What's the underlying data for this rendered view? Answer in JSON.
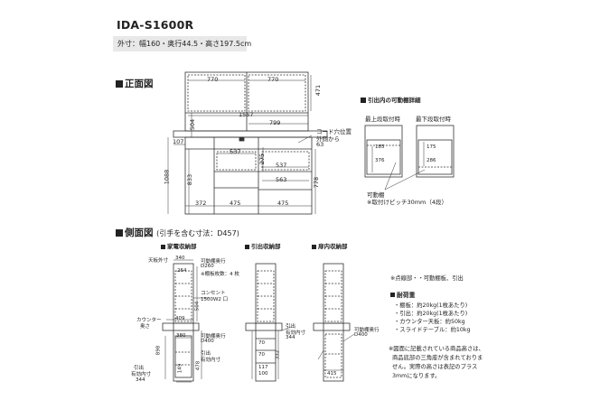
{
  "header": {
    "model": "IDA-S1600R",
    "dimensions": "外寸：幅160・奥行44.5・高さ197.5cm"
  },
  "front": {
    "title": "正面図",
    "dim_770_left": "770",
    "dim_770_right": "770",
    "dim_471": "471",
    "dim_1557": "1557",
    "dim_799": "799",
    "dim_504": "504",
    "dim_107": "107",
    "dim_537_top": "537",
    "dim_537_bottom": "537",
    "dim_63": "63",
    "cord_label": "コード穴位置",
    "cord_label2": "外側から",
    "dim_275": "275",
    "dim_1088": "1088",
    "dim_833": "833",
    "dim_563": "563",
    "dim_778": "778",
    "dim_372": "372",
    "dim_475_a": "475",
    "dim_475_b": "475"
  },
  "drawer_detail": {
    "title": "引出内の可動棚詳細",
    "left_caption": "最上段取付時",
    "right_caption": "最下段取付時",
    "left_a": "185",
    "left_b": "376",
    "right_a": "175",
    "right_b": "286",
    "shelf_label": "可動棚",
    "shelf_note": "※取付けピッチ30mm（4段）"
  },
  "side": {
    "title": "側面図",
    "title_sub": "(引手を含む寸法：D457)",
    "appliance_title": "家電収納部",
    "drawer_title": "引出収納部",
    "door_title": "扉内収納部",
    "tenban": "天板外寸",
    "dim_340": "340",
    "depth_label": "可動棚奥行",
    "depth_value": "D260",
    "shelf_count": "※棚板枚数：4 枚",
    "dim_264": "264",
    "outlet": "コンセント",
    "outlet_detail": "1500W2 口",
    "dim_504": "504",
    "counter": "カウンター",
    "counter2": "奥さ",
    "dim_409": "409",
    "dim_380": "380",
    "depth_label2": "可動棚奥行",
    "depth_value2": "D400",
    "dim_898": "898",
    "drawer_inner": "引出",
    "drawer_inner2": "有効内寸",
    "dim_478": "478",
    "drawer_label": "引出",
    "drawer_label2": "有効内寸",
    "dim_344": "344",
    "dim_149": "149",
    "drawer_col": [
      "70",
      "70",
      "117",
      "100"
    ],
    "dim_332": "332",
    "door_depth_label": "可動棚奥行",
    "door_depth_value": "D400",
    "dim_415": "415",
    "drawer_side_label": "引出",
    "drawer_side_label2": "有効内寸",
    "drawer_side_344": "344"
  },
  "notes": {
    "legend": "※点線部・・可動棚板、引出",
    "load_title": "耐荷重",
    "loads": [
      "・棚板：約20kg(1枚あたり)",
      "・引出：約20kg(1枚あたり)",
      "・カウンター天板：約50kg",
      "・スライドテーブル：約10kg"
    ],
    "disclaimer": [
      "※図面に記載されている商品高さは、",
      "商品底部の三角座が含まれておりま",
      "せん。実際の高さは表記のプラス",
      "3mmになります。"
    ]
  }
}
